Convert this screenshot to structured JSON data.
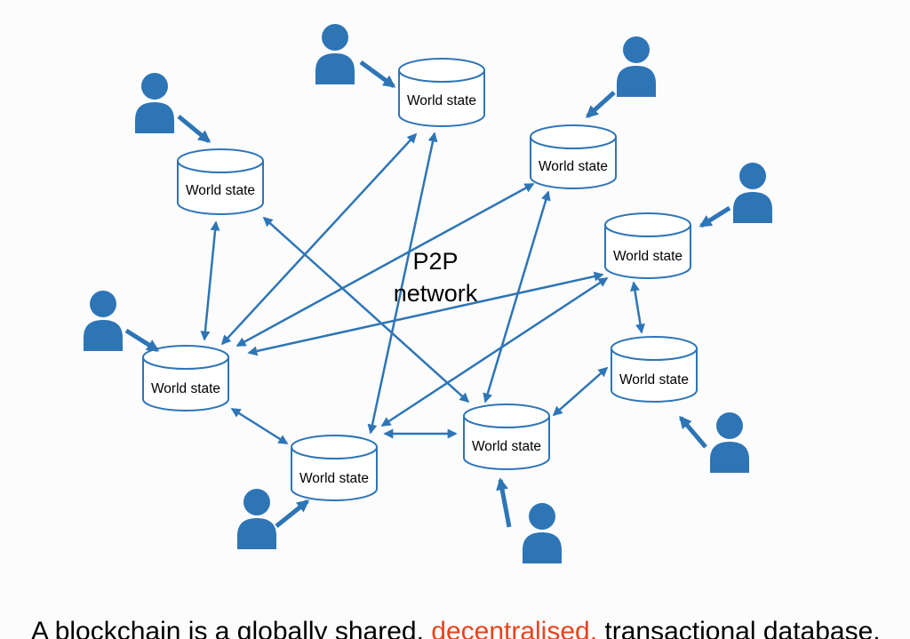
{
  "page": {
    "background": "#FCFCFD"
  },
  "diagram": {
    "center_label": {
      "line1": "P2P",
      "line2": "network"
    },
    "colors": {
      "primary": "#2E75B6",
      "node_fill": "#FFFFFF",
      "label_text": "#000000"
    },
    "nodes": [
      {
        "id": "top-center",
        "label": "World state"
      },
      {
        "id": "top-right",
        "label": "World state"
      },
      {
        "id": "upper-left",
        "label": "World state"
      },
      {
        "id": "mid-right",
        "label": "World state"
      },
      {
        "id": "lower-left",
        "label": "World state"
      },
      {
        "id": "lower-right",
        "label": "World state"
      },
      {
        "id": "bottom-center-left",
        "label": "World state"
      },
      {
        "id": "bottom-center",
        "label": "World state"
      }
    ],
    "connections": [
      [
        "lower-left",
        "top-center"
      ],
      [
        "lower-left",
        "top-right"
      ],
      [
        "lower-left",
        "mid-right"
      ],
      [
        "upper-left",
        "lower-left"
      ],
      [
        "upper-left",
        "bottom-center"
      ],
      [
        "top-center",
        "bottom-center-left"
      ],
      [
        "top-right",
        "bottom-center"
      ],
      [
        "mid-right",
        "bottom-center-left"
      ],
      [
        "bottom-center-left",
        "bottom-center"
      ],
      [
        "bottom-center",
        "lower-right"
      ],
      [
        "mid-right",
        "lower-right"
      ],
      [
        "lower-left",
        "bottom-center-left"
      ]
    ],
    "users_count": 8
  },
  "caption": {
    "part1": "A blockchain is a globally shared, ",
    "highlight": "decentralised,",
    "part2": " transactional database.",
    "highlight_color": "#E8431C"
  }
}
